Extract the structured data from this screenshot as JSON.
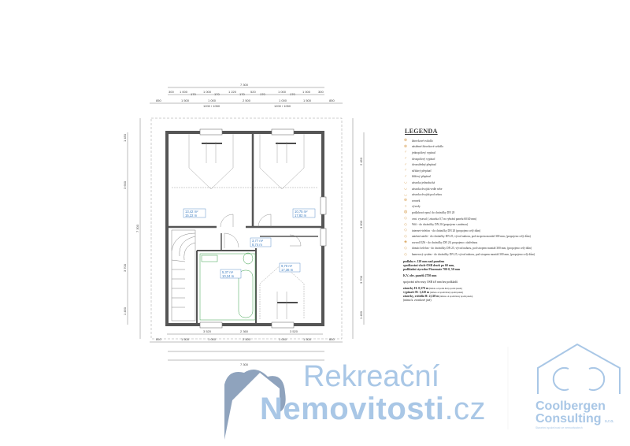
{
  "legend": {
    "title": "LEGENDA",
    "items": [
      "žárovkové svítidlo",
      "nástěnné žárovkové svítidlo",
      "jednopólový vypínač",
      "dvoupólový vypínač",
      "dvoustředný přepínač",
      "střídavý přepínač",
      "křížový přepínač",
      "zásuvka jednoduchá",
      "zásuvka dvojitá vedle sebe",
      "zásuvka dvojitá pod sebou",
      "zvonek",
      "vývody",
      "podlahová vpusť do chráničky DN 20",
      "cent. vysavač ( zásuvka 0,7 m vybrání panelu 60/40 mm)",
      "Wifi - do chráničky DN 20 (propojeno s anténou)",
      "internet+telefon - do chráničky DN 20 (propojeno celý dům)",
      "anténní satelit - do chráničky DN 25, vývod nahoru, pod stropem montáž 300 mm, (propojeno celý dům)",
      "rozvod EZS - do chráničky DN 20, propojeno s ústřednou",
      "domácí telefon - do chráničky DN 25, vývod nahoru, pod stropem montáž 300 mm, (propojeno celý dům)",
      "kamerový systém - do chráničky DN 25, vývod nahoru, pod stropem montáž 300 mm, (propojeno celý dům)"
    ]
  },
  "notes": {
    "line1": "podlaha v. 120 mm nad panelem",
    "line2": "spodkování vloch-OSB desek po 60 mm,",
    "line3": "podkladní styrodur Floormate 700-0, 50 mm",
    "line4": "K.V. obv. panelů 2750 mm",
    "line5": "spojování stěn vruty OSB á 8 mm bez podkladů",
    "line6_bold": "zásuvky H: 0,370 m",
    "line6_small": "(měřeno od spodní hrany spodní panelu)",
    "line7_bold": "vypínače H: 1,220 m",
    "line7_small": "(měřeno od spodní hrany spodní panelu)",
    "line8_bold": "zásuvky, svítidla H: 2,120 m",
    "line8_small": "(měřeno od spodní hrany spodní panelu)",
    "line9": "(mimo k. zvonkové jiné)"
  },
  "rooms": [
    {
      "area": "13,42 m²",
      "perimeter": "15,22 m"
    },
    {
      "area": "10,75 m²",
      "perimeter": "17,82 m"
    },
    {
      "area": "3,77 m²",
      "perimeter": "8,74 m"
    },
    {
      "area": "5,37 m²",
      "perimeter": "10,24 m"
    },
    {
      "area": "9,70 m²",
      "perimeter": "17,36 m"
    }
  ],
  "dimensions": {
    "top_total": "7 300",
    "top_row1": [
      "300",
      "1 000",
      "170",
      "1 000",
      "170",
      "1 220",
      "170",
      "520",
      "170",
      "1 000",
      "170",
      "1 000",
      "300"
    ],
    "top_row2": [
      "850",
      "1 500",
      "1 000",
      "2 500",
      "1 000",
      "1 500",
      "850"
    ],
    "top_sub": [
      "1200 / 1050",
      "1200 / 1050"
    ],
    "bottom_row1": [
      "3 520",
      "2 360",
      "3 520"
    ],
    "bottom_row2": [
      "850",
      "1 500",
      "1 000",
      "2 500",
      "1 000",
      "1 500",
      "850"
    ],
    "bottom_total": "7 300",
    "left": [
      "1 450",
      "3 600",
      "3 700",
      "1 450",
      "7 300"
    ],
    "right": [
      "2 450",
      "3 600",
      "3 700",
      "1 450"
    ]
  },
  "logos": {
    "rn_line1": "Rekreační",
    "rn_line2": "Nemovitosti",
    "rn_suffix": ".cz",
    "cb_line1": "Coolbergen",
    "cb_line2": "Consulting",
    "cb_suffix": "s.r.o.",
    "cb_tagline": "Stavební společnost ve nemovitostech"
  },
  "colors": {
    "wall": "#5a5a5a",
    "room_label": "#3a7bc0",
    "bathroom": "#3aa04a",
    "electric": "#d9a35a",
    "logo": "#a9c7e6"
  }
}
